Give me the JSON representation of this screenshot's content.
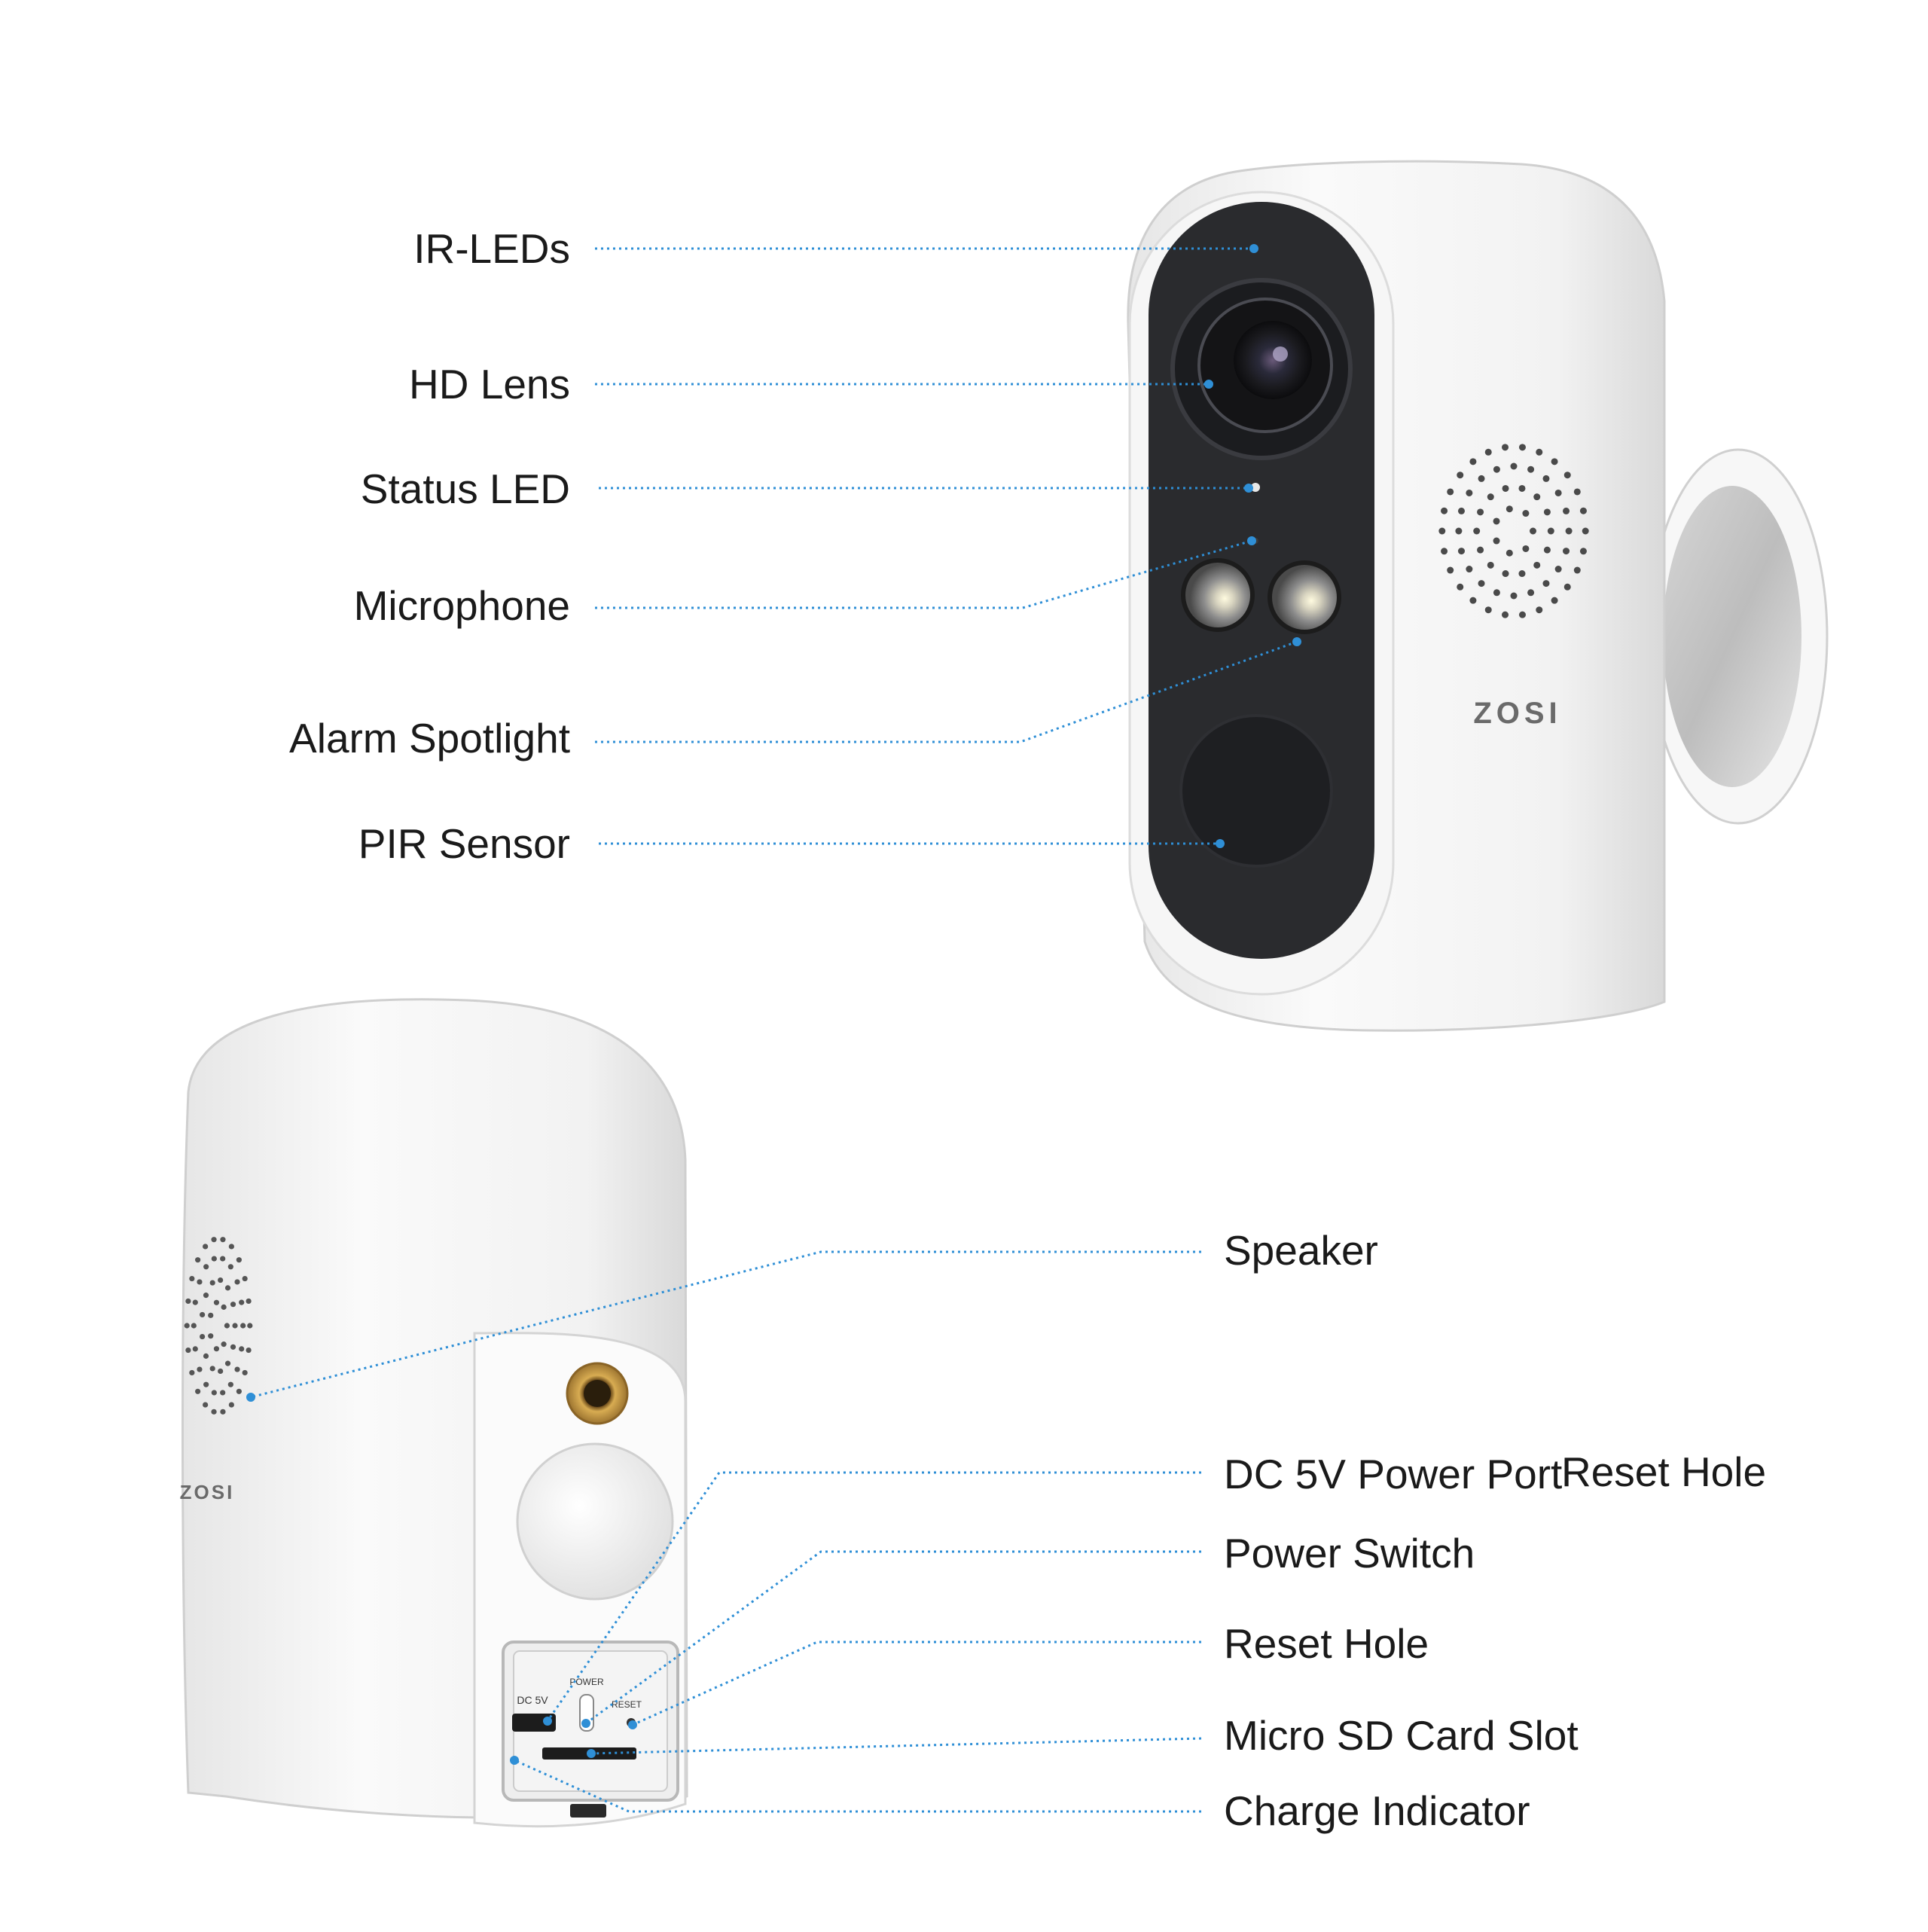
{
  "front_view": {
    "brand": "ZOSI",
    "callouts": [
      {
        "id": "ir-leds",
        "label": "IR-LEDs"
      },
      {
        "id": "hd-lens",
        "label": "HD Lens"
      },
      {
        "id": "status-led",
        "label": "Status LED"
      },
      {
        "id": "microphone",
        "label": "Microphone"
      },
      {
        "id": "alarm-spotlight",
        "label": "Alarm Spotlight"
      },
      {
        "id": "pir-sensor",
        "label": "PIR Sensor"
      }
    ]
  },
  "back_view": {
    "brand": "ZOSI",
    "port_labels": {
      "dc": "DC 5V",
      "power": "POWER",
      "reset": "RESET"
    },
    "callouts": [
      {
        "id": "speaker",
        "label": "Speaker"
      },
      {
        "id": "dc-power-port",
        "label": "DC 5V Power Port"
      },
      {
        "id": "dc-power-port-overlap",
        "label": "Reset Hole"
      },
      {
        "id": "power-switch",
        "label": "Power Switch"
      },
      {
        "id": "reset-hole",
        "label": "Reset Hole"
      },
      {
        "id": "micro-sd-slot",
        "label": "Micro SD Card Slot"
      },
      {
        "id": "charge-indicator",
        "label": "Charge Indicator"
      }
    ]
  },
  "colors": {
    "leader_line": "#2f8fd6",
    "camera_body": "#f4f4f4",
    "face_panel": "#2a2b2e",
    "accent_brass": "#c99a3c"
  }
}
